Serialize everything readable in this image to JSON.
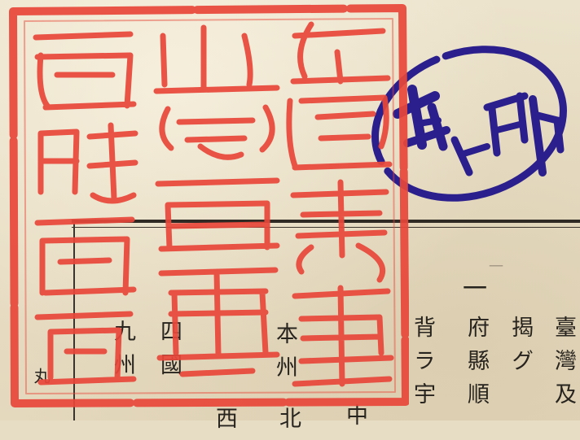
{
  "seal": {
    "text": "台灣總督府圖書館藏書之印"
  },
  "stamp": {
    "text": "消印"
  },
  "columns": [
    {
      "id": "c1",
      "text": "臺灣及"
    },
    {
      "id": "c2",
      "text": "揭グ"
    },
    {
      "id": "c3",
      "text": "府縣順"
    },
    {
      "id": "c4",
      "text": "背ラ宇"
    },
    {
      "id": "c5",
      "text": "本州"
    },
    {
      "id": "c6",
      "text": "四國"
    },
    {
      "id": "c7",
      "text": "九州"
    },
    {
      "id": "c8",
      "text": "丸"
    },
    {
      "id": "c9",
      "text": "一"
    }
  ],
  "bottom_chars": {
    "a": "西",
    "b": "北",
    "c": "中"
  },
  "colors": {
    "seal": "#e8473a",
    "stamp": "#2a1f8c",
    "ink": "#27231e",
    "paper": "#e7dcc4"
  }
}
